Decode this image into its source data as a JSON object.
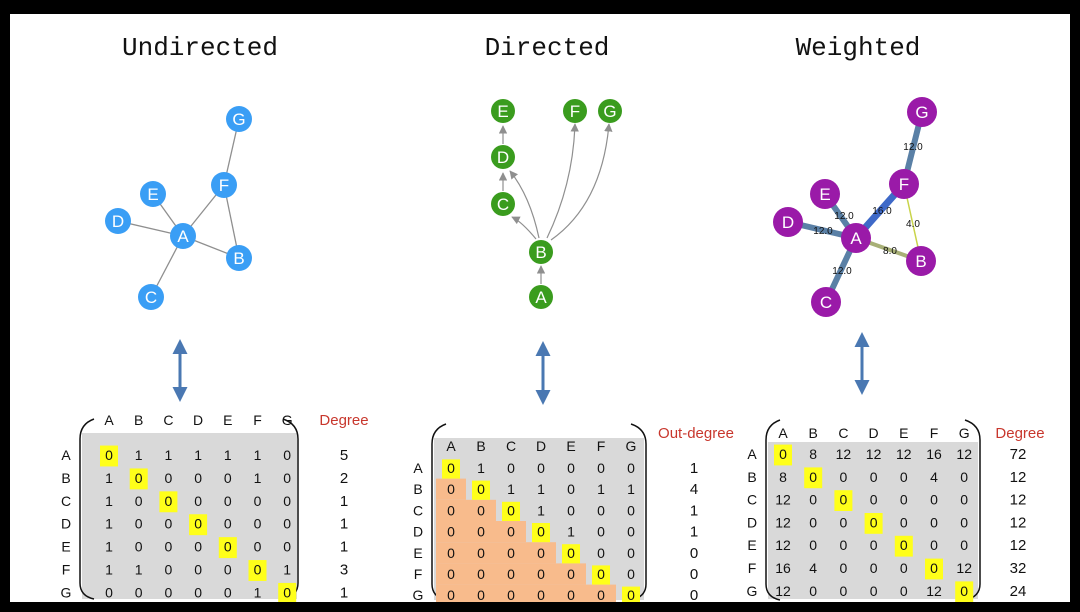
{
  "colors": {
    "undirected_node": "#3a9ef5",
    "directed_node": "#3a9c1e",
    "weighted_node": "#9a1aa8",
    "edge": "#8f8f8f",
    "weighted_edge": "#5a80a6",
    "highlight_edge": "#3e69c8",
    "light_edge": "#c9d44a",
    "diagonal": "#ffff1a",
    "matrix_bg": "#d9d9d9",
    "lower_tri": "#f8bb8c",
    "arrow": "#4a78b2",
    "degree_label": "#c8372d"
  },
  "panels": [
    {
      "id": "undirected",
      "title": "Undirected",
      "degree_title": "Degree",
      "headers": [
        "A",
        "B",
        "C",
        "D",
        "E",
        "F",
        "G"
      ],
      "rows": [
        [
          "0",
          "1",
          "1",
          "1",
          "1",
          "1",
          "0"
        ],
        [
          "1",
          "0",
          "0",
          "0",
          "0",
          "1",
          "0"
        ],
        [
          "1",
          "0",
          "0",
          "0",
          "0",
          "0",
          "0"
        ],
        [
          "1",
          "0",
          "0",
          "0",
          "0",
          "0",
          "0"
        ],
        [
          "1",
          "0",
          "0",
          "0",
          "0",
          "0",
          "0"
        ],
        [
          "1",
          "1",
          "0",
          "0",
          "0",
          "0",
          "1"
        ],
        [
          "0",
          "0",
          "0",
          "0",
          "0",
          "1",
          "0"
        ]
      ],
      "degrees": [
        "5",
        "2",
        "1",
        "1",
        "1",
        "3",
        "1"
      ],
      "nodes": [
        {
          "label": "A"
        },
        {
          "label": "B"
        },
        {
          "label": "C"
        },
        {
          "label": "D"
        },
        {
          "label": "E"
        },
        {
          "label": "F"
        },
        {
          "label": "G"
        }
      ]
    },
    {
      "id": "directed",
      "title": "Directed",
      "degree_title": "Out-degree",
      "headers": [
        "A",
        "B",
        "C",
        "D",
        "E",
        "F",
        "G"
      ],
      "rows": [
        [
          "0",
          "1",
          "0",
          "0",
          "0",
          "0",
          "0"
        ],
        [
          "0",
          "0",
          "1",
          "1",
          "0",
          "1",
          "1"
        ],
        [
          "0",
          "0",
          "0",
          "1",
          "0",
          "0",
          "0"
        ],
        [
          "0",
          "0",
          "0",
          "0",
          "1",
          "0",
          "0"
        ],
        [
          "0",
          "0",
          "0",
          "0",
          "0",
          "0",
          "0"
        ],
        [
          "0",
          "0",
          "0",
          "0",
          "0",
          "0",
          "0"
        ],
        [
          "0",
          "0",
          "0",
          "0",
          "0",
          "0",
          "0"
        ]
      ],
      "degrees": [
        "1",
        "4",
        "1",
        "1",
        "0",
        "0",
        "0"
      ],
      "nodes": [
        {
          "label": "A"
        },
        {
          "label": "B"
        },
        {
          "label": "C"
        },
        {
          "label": "D"
        },
        {
          "label": "E"
        },
        {
          "label": "F"
        },
        {
          "label": "G"
        }
      ]
    },
    {
      "id": "weighted",
      "title": "Weighted",
      "degree_title": "Degree",
      "headers": [
        "A",
        "B",
        "C",
        "D",
        "E",
        "F",
        "G"
      ],
      "rows": [
        [
          "0",
          "8",
          "12",
          "12",
          "12",
          "16",
          "12"
        ],
        [
          "8",
          "0",
          "0",
          "0",
          "0",
          "4",
          "0"
        ],
        [
          "12",
          "0",
          "0",
          "0",
          "0",
          "0",
          "0"
        ],
        [
          "12",
          "0",
          "0",
          "0",
          "0",
          "0",
          "0"
        ],
        [
          "12",
          "0",
          "0",
          "0",
          "0",
          "0",
          "0"
        ],
        [
          "16",
          "4",
          "0",
          "0",
          "0",
          "0",
          "12"
        ],
        [
          "12",
          "0",
          "0",
          "0",
          "0",
          "12",
          "0"
        ]
      ],
      "degrees": [
        "72",
        "12",
        "12",
        "12",
        "12",
        "32",
        "24"
      ],
      "nodes": [
        {
          "label": "A"
        },
        {
          "label": "B"
        },
        {
          "label": "C"
        },
        {
          "label": "D"
        },
        {
          "label": "E"
        },
        {
          "label": "F"
        },
        {
          "label": "G"
        }
      ],
      "edge_weights": [
        "12.0",
        "16.0",
        "12.0",
        "12.0",
        "8.0",
        "4.0",
        "12.0",
        "12.0"
      ]
    }
  ]
}
